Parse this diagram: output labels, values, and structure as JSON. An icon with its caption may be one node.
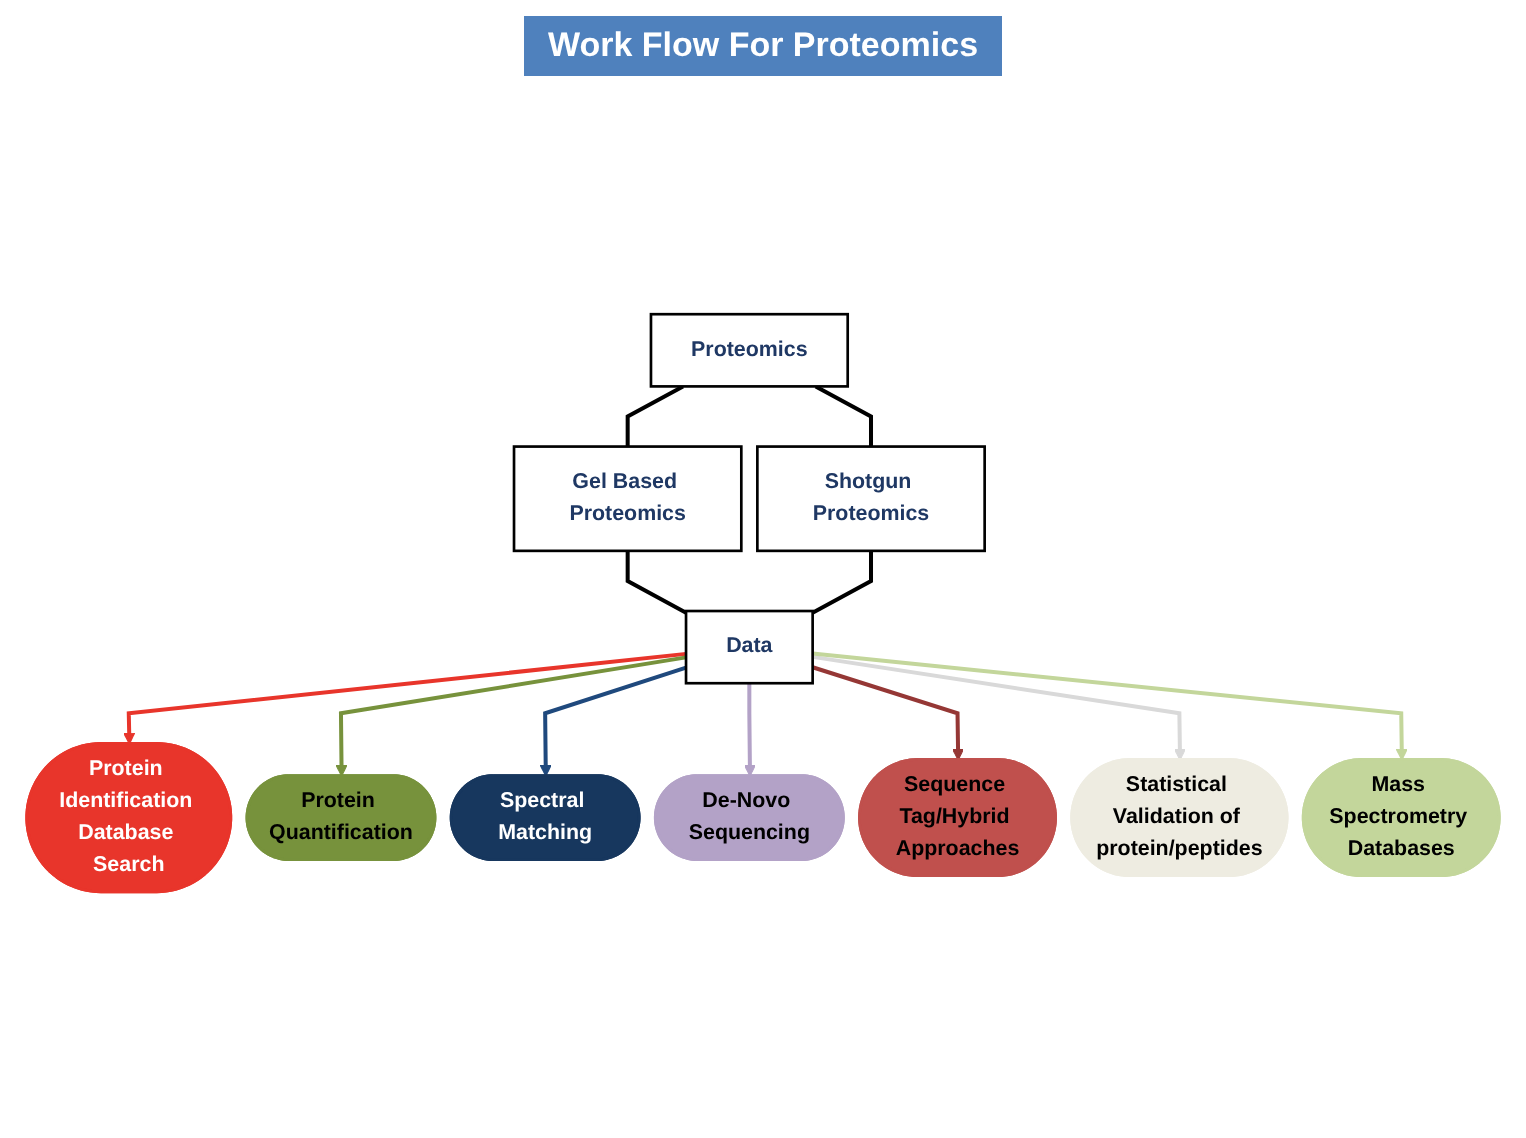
{
  "diagram": {
    "title": "Work Flow For Proteomics",
    "nodes": [
      {
        "text": [
          "Proteomics"
        ]
      },
      {
        "text": [
          "Gel Based Proteomics"
        ]
      },
      {
        "text": [
          "Shotgun Proteomics"
        ]
      },
      {
        "text": [
          "Protein Identification Database Search"
        ]
      },
      {
        "text": [
          "Protein Quantification"
        ]
      },
      {
        "text": [
          "Spectral Matching"
        ]
      },
      {
        "text": [
          "Data"
        ]
      },
      {
        "text": [
          "De-Novo Sequencing"
        ]
      },
      {
        "text": [
          "Sequence Tag/Hybrid Approaches"
        ]
      },
      {
        "text": [
          "Statistical Validation of protein/peptides"
        ]
      },
      {
        "text": [
          "Mass Spectrometry Databases"
        ]
      }
    ],
    "edges": [
      {
        "from": 0,
        "to": 1,
        "arrow": "none"
      },
      {
        "from": 0,
        "to": 2,
        "arrow": "none"
      },
      {
        "from": 1,
        "to": 6,
        "arrow": "none"
      },
      {
        "from": 2,
        "to": 6,
        "arrow": "none"
      },
      {
        "from": 6,
        "to": 3,
        "arrow": "to",
        "color": "#e8352b"
      },
      {
        "from": 6,
        "to": 4,
        "arrow": "to",
        "color": "#77923c"
      },
      {
        "from": 6,
        "to": 5,
        "arrow": "to",
        "color": "#1f497d"
      },
      {
        "from": 6,
        "to": 7,
        "arrow": "to",
        "color": "#b3a2c7"
      },
      {
        "from": 6,
        "to": 8,
        "arrow": "to",
        "color": "#953735"
      },
      {
        "from": 6,
        "to": 9,
        "arrow": "to",
        "color": "#d9d9d9"
      },
      {
        "from": 6,
        "to": 10,
        "arrow": "to",
        "color": "#c3d69b"
      }
    ]
  }
}
